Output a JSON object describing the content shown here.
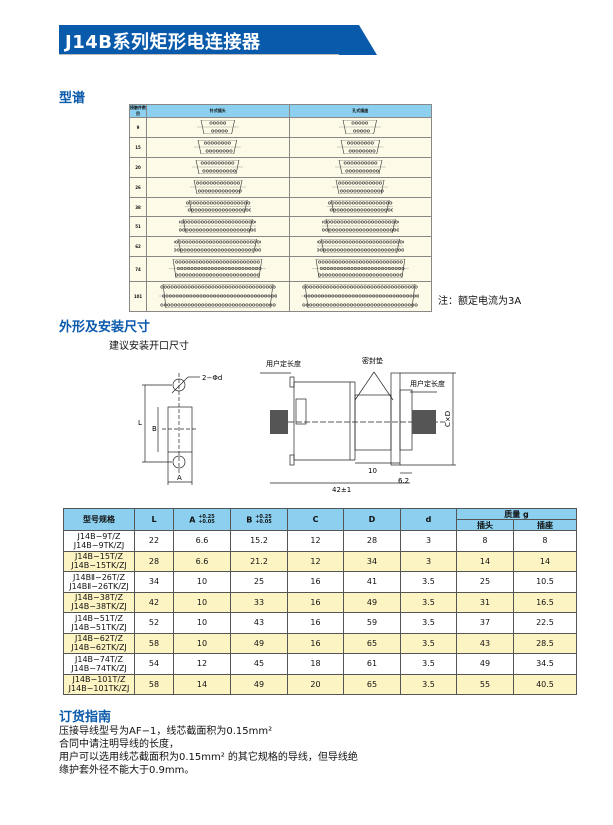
{
  "title": "J14B系列矩形电连接器",
  "section_models": "型谱",
  "models_table": {
    "headers": [
      "接触件数目",
      "针式插头",
      "孔式插座"
    ],
    "counts": [
      "9",
      "15",
      "20",
      "26",
      "38",
      "51",
      "62",
      "74",
      "101"
    ]
  },
  "note": "注：额定电流为3A",
  "section_dims": "外形及安装尺寸",
  "cutout_label": "建议安装开口尺寸",
  "drawing": {
    "hole": "2−Φd",
    "L": "L",
    "B": "B",
    "A": "A",
    "user_len": "用户定长度",
    "seal": "密封垫",
    "user_len2": "用户定长度",
    "cxd": "C×D",
    "d10": "10",
    "d62": "6.2",
    "d42": "42±1"
  },
  "dims_table": {
    "headers": {
      "model": "型号规格",
      "L": "L",
      "A": "A",
      "A_tol": [
        "+0.25",
        "+0.05"
      ],
      "B": "B",
      "B_tol": [
        "+0.25",
        "+0.05"
      ],
      "C": "C",
      "D": "D",
      "d": "d",
      "mass": "质量 g",
      "plug": "插头",
      "socket": "插座"
    },
    "rows": [
      {
        "m1": "J14B−9T/Z",
        "m2": "J14B−9TK/ZJ",
        "L": "22",
        "A": "6.6",
        "B": "15.2",
        "C": "12",
        "D": "28",
        "d": "3",
        "plug": "8",
        "socket": "8"
      },
      {
        "m1": "J14B−15T/Z",
        "m2": "J14B−15TK/ZJ",
        "L": "28",
        "A": "6.6",
        "B": "21.2",
        "C": "12",
        "D": "34",
        "d": "3",
        "plug": "14",
        "socket": "14"
      },
      {
        "m1": "J14BⅡ−26T/Z",
        "m2": "J14BⅡ−26TK/ZJ",
        "L": "34",
        "A": "10",
        "B": "25",
        "C": "16",
        "D": "41",
        "d": "3.5",
        "plug": "25",
        "socket": "10.5"
      },
      {
        "m1": "J14B−38T/Z",
        "m2": "J14B−38TK/ZJ",
        "L": "42",
        "A": "10",
        "B": "33",
        "C": "16",
        "D": "49",
        "d": "3.5",
        "plug": "31",
        "socket": "16.5"
      },
      {
        "m1": "J14B−51T/Z",
        "m2": "J14B−51TK/ZJ",
        "L": "52",
        "A": "10",
        "B": "43",
        "C": "16",
        "D": "59",
        "d": "3.5",
        "plug": "37",
        "socket": "22.5"
      },
      {
        "m1": "J14B−62T/Z",
        "m2": "J14B−62TK/ZJ",
        "L": "58",
        "A": "10",
        "B": "49",
        "C": "16",
        "D": "65",
        "d": "3.5",
        "plug": "43",
        "socket": "28.5"
      },
      {
        "m1": "J14B−74T/Z",
        "m2": "J14B−74TK/ZJ",
        "L": "54",
        "A": "12",
        "B": "45",
        "C": "18",
        "D": "61",
        "d": "3.5",
        "plug": "49",
        "socket": "34.5"
      },
      {
        "m1": "J14B−101T/Z",
        "m2": "J14B−101TK/ZJ",
        "L": "58",
        "A": "14",
        "B": "49",
        "C": "20",
        "D": "65",
        "d": "3.5",
        "plug": "55",
        "socket": "40.5"
      }
    ]
  },
  "section_order": "订货指南",
  "order_lines": [
    "压接导线型号为AF−1，线芯截面积为0.15mm²",
    "合同中请注明导线的长度，",
    "用户可以选用线芯截面积为0.15mm² 的其它规格的导线，但导线绝",
    "缘护套外径不能大于0.9mm。"
  ]
}
